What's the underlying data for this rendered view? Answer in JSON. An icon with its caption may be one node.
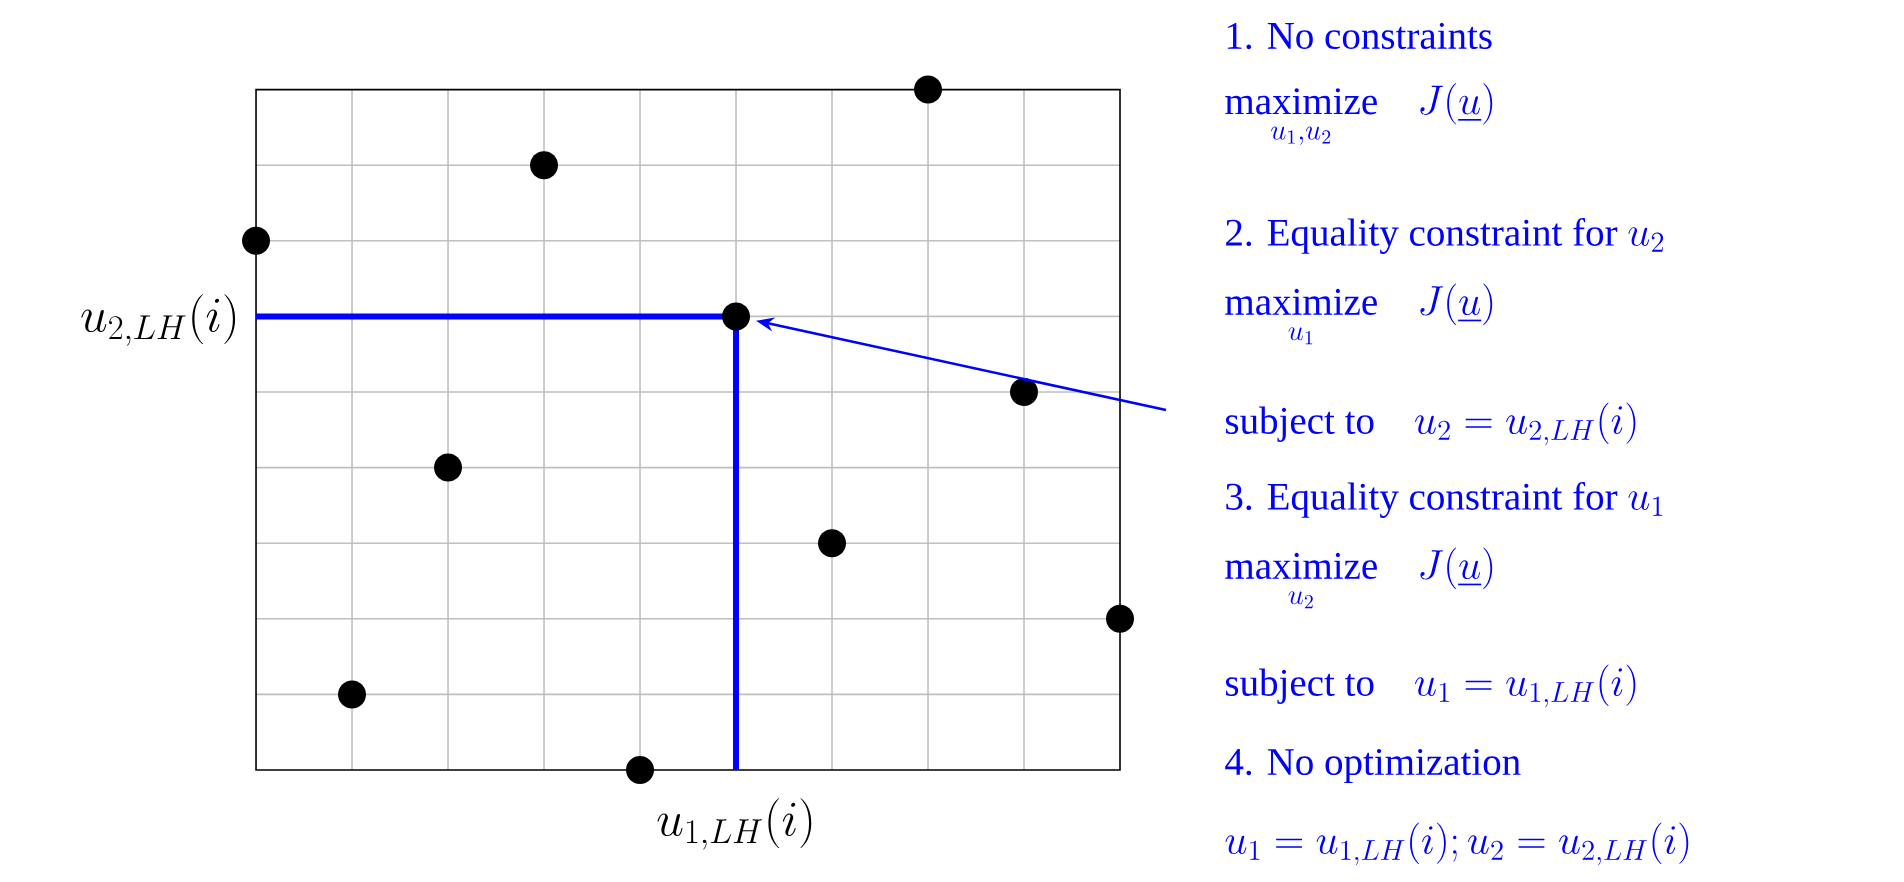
{
  "diagram": {
    "nodes": [
      {
        "text": [],
        "shape": "circle"
      },
      {
        "text": [],
        "shape": "circle"
      },
      {
        "text": [],
        "shape": "circle"
      },
      {
        "text": [],
        "shape": "circle"
      },
      {
        "text": [],
        "shape": "circle"
      },
      {
        "text": [],
        "shape": "circle"
      },
      {
        "text": [],
        "shape": "circle"
      },
      {
        "text": [],
        "shape": "circle"
      },
      {
        "text": [],
        "shape": "circle"
      },
      {
        "text": [],
        "shape": "circle"
      }
    ],
    "edges": [
      {
        "from": null,
        "to": 5,
        "arrow": "to",
        "color": "#0000ff"
      }
    ],
    "labels": [
      "u_{2,LH}(i)",
      "u_{1,LH}(i)",
      "1. No constraints",
      "\\underset{u_1,u_2}{\\text{maximize}}\\quad J(\\underline{u})",
      "\\text{2. Equality constraint for }u_2",
      "\\underset{u_1}{\\text{maximize}}\\quad J(\\underline{u})",
      "\\text{subject to}\\quad u_2=u_{2,LH}(i)",
      "\\text{3. Equality constraint for }u_1",
      "\\underset{u_2}{\\text{maximize}}\\quad J(\\underline{u})",
      "\\text{subject to}\\quad u_1=u_{1,LH}(i)",
      "4. No optimization",
      "u_1=u_{1,LH}(i);u_2=u_{2,LH}(i)"
    ]
  }
}
